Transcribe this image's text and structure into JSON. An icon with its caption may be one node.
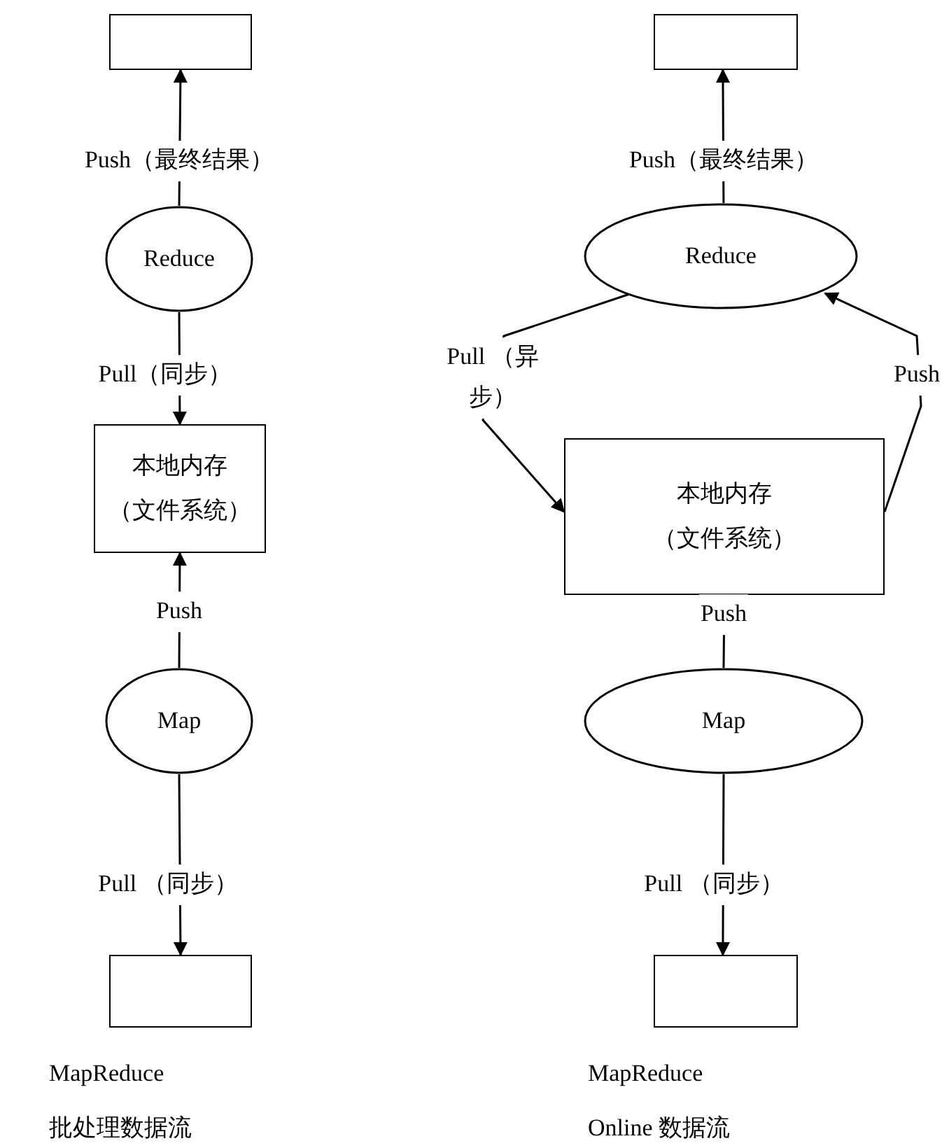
{
  "diagram": {
    "nodes": [
      {
        "text": [],
        "shape": "box"
      },
      {
        "text": [
          "Reduce"
        ]
      },
      {
        "text": [
          "本地内存",
          "（文件系统）"
        ]
      },
      {
        "text": [
          "Map"
        ]
      },
      {
        "text": [],
        "shape": "box"
      },
      {
        "text": [],
        "shape": "box"
      },
      {
        "text": [
          "Reduce"
        ]
      },
      {
        "text": [
          "本地内存",
          "（文件系统）"
        ]
      },
      {
        "text": [
          "Map"
        ]
      },
      {
        "text": [],
        "shape": "box"
      }
    ],
    "edges": [
      {
        "from": 1,
        "to": 0,
        "arrow": "to",
        "label": "Push（最终结果）"
      },
      {
        "from": 1,
        "to": 2,
        "arrow": "to",
        "label": "Pull（同步）"
      },
      {
        "from": 3,
        "to": 2,
        "arrow": "to",
        "label": "Push"
      },
      {
        "from": 3,
        "to": 4,
        "arrow": "to",
        "label": "Pull （同步）"
      },
      {
        "from": 6,
        "to": 5,
        "arrow": "to",
        "label": "Push（最终结果）"
      },
      {
        "from": 6,
        "to": 7,
        "arrow": "to",
        "label": "Pull （异步）"
      },
      {
        "from": 7,
        "to": 6,
        "arrow": "to",
        "label": "Push"
      },
      {
        "from": 8,
        "to": 7,
        "arrow": "to",
        "label": "Push"
      },
      {
        "from": 8,
        "to": 9,
        "arrow": "to",
        "label": "Pull （同步）"
      }
    ],
    "labels": [
      "MapReduce",
      "批处理数据流",
      "MapReduce",
      "Online 数据流"
    ]
  }
}
